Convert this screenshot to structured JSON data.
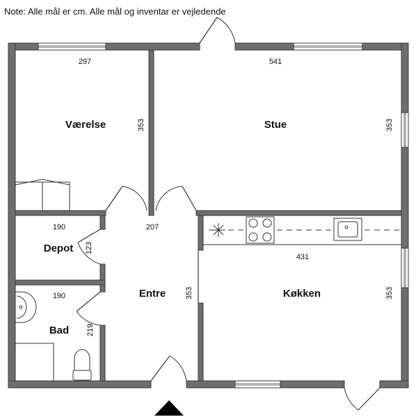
{
  "note": "Note: Alle mål er cm. Alle mål og inventar er vejledende",
  "rooms": {
    "vaerelse": "Værelse",
    "stue": "Stue",
    "depot": "Depot",
    "entre": "Entre",
    "bad": "Bad",
    "kokken": "Køkken"
  },
  "dimensions": {
    "vaerelse_width": "297",
    "vaerelse_depth": "353",
    "stue_width": "541",
    "stue_depth": "353",
    "depot_width": "190",
    "depot_depth": "123",
    "entre_width": "207",
    "entre_depth": "353",
    "bad_width": "190",
    "bad_depth": "219",
    "kokken_width": "431",
    "kokken_depth": "353"
  },
  "colors": {
    "wall": "#6e6e6e",
    "line": "#333333",
    "background": "#ffffff"
  },
  "icons": {
    "entrance": "entrance-arrow-icon",
    "extractor": "extractor-fan-icon",
    "hob": "hob-icon",
    "sink": "kitchen-sink-icon",
    "washbasin": "washbasin-icon",
    "toilet": "toilet-icon",
    "wardrobe": "wardrobe-icon",
    "shower": "shower-icon"
  }
}
